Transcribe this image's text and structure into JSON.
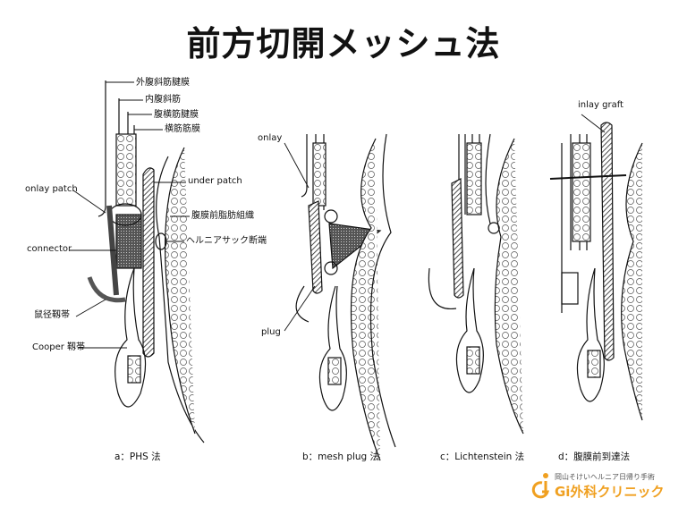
{
  "title": "前方切開メッシュ法",
  "labels": {
    "external_oblique_aponeurosis": "外腹斜筋腱膜",
    "internal_oblique": "内腹斜筋",
    "transversus_aponeurosis": "腹横筋腱膜",
    "transversalis_fascia": "横筋筋膜",
    "onlay_patch": "onlay patch",
    "under_patch": "under patch",
    "preperitoneal_fat": "腹膜前脂肪組織",
    "hernia_sac_stump": "ヘルニアサック断端",
    "connector": "connector",
    "inguinal_ligament": "鼠径靱帯",
    "cooper_ligament": "Cooper 靱帯",
    "onlay": "onlay",
    "plug": "plug",
    "inlay_graft": "inlay graft"
  },
  "captions": {
    "a": "a：PHS 法",
    "b": "b：mesh plug 法",
    "c": "c：Lichtenstein 法",
    "d": "d：腹膜前到達法"
  },
  "logo": {
    "subtitle": "岡山そけいヘルニア日帰り手術",
    "name": "Gi外科クリニック",
    "color": "#f0a020"
  }
}
